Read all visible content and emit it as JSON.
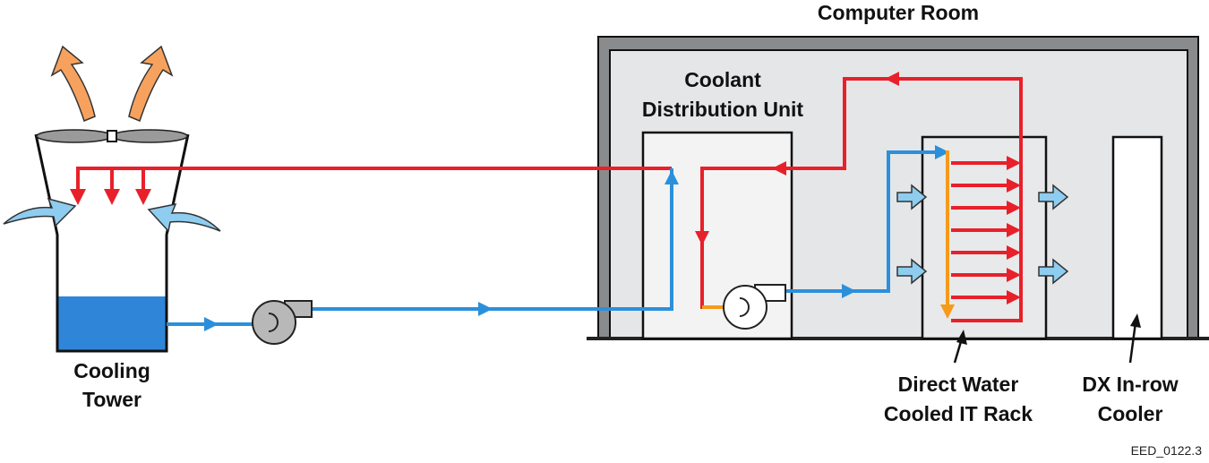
{
  "labels": {
    "room_title": "Computer Room",
    "cdu_line1": "Coolant",
    "cdu_line2": "Distribution Unit",
    "tower_line1": "Cooling",
    "tower_line2": "Tower",
    "rack_line1": "Direct Water",
    "rack_line2": "Cooled IT Rack",
    "dx_line1": "DX In-row",
    "dx_line2": "Cooler",
    "figure_id": "EED_0122.3"
  },
  "icons": {
    "exhaust": "up-arrow-icon",
    "fan": "fan-icon",
    "pump": "pump-icon",
    "airflow": "air-arrow-icon"
  },
  "colors": {
    "hot_water": "#e8202a",
    "cold_water": "#2b90dc",
    "orange": "#f59b1a",
    "air_arrow": "#8ecdf0",
    "exhaust": "#f6a25e",
    "tower_water": "#2f86d8",
    "room_fill": "#e5e6e8",
    "room_wall": "#7a7b7d",
    "unit_fill": "#f3f3f3",
    "fan_gray": "#9a9a9a",
    "pump_gray": "#b8b8b8"
  }
}
